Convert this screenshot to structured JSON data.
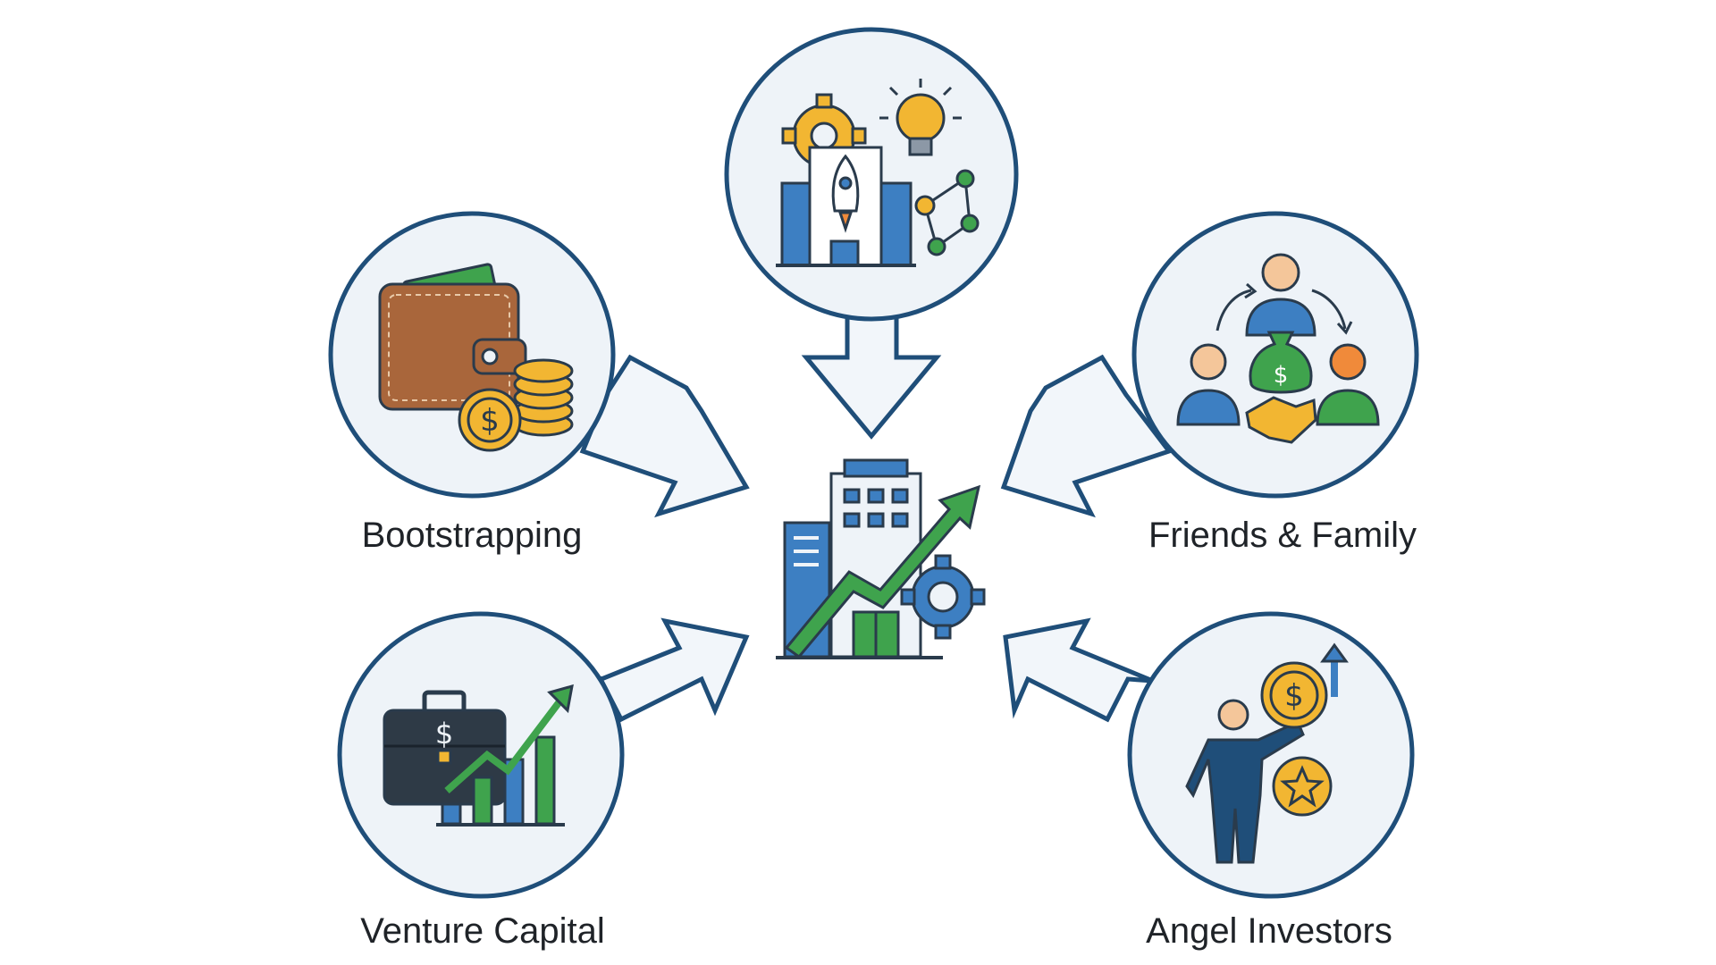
{
  "diagram": {
    "center_label": "",
    "nodes": [
      {
        "id": "startup",
        "label": "",
        "icon": "startup-building-rocket-icon"
      },
      {
        "id": "bootstrapping",
        "label": "Bootstrapping",
        "icon": "wallet-coins-icon"
      },
      {
        "id": "friends_family",
        "label": "Friends & Family",
        "icon": "people-money-handshake-icon"
      },
      {
        "id": "venture_capital",
        "label": "Venture Capital",
        "icon": "briefcase-growth-chart-icon"
      },
      {
        "id": "angel_investors",
        "label": "Angel Investors",
        "icon": "investor-coin-icon"
      }
    ],
    "center_icon": "company-growth-icon",
    "colors": {
      "outline": "#1f4e79",
      "circle_fill": "#eef3f8",
      "arrow_fill": "#f2f6fa",
      "blue": "#3d7fc2",
      "green": "#3fa34d",
      "gold": "#f2b632",
      "brown": "#a9663b",
      "orange": "#f08a3a",
      "dark": "#2a3b4c"
    }
  }
}
